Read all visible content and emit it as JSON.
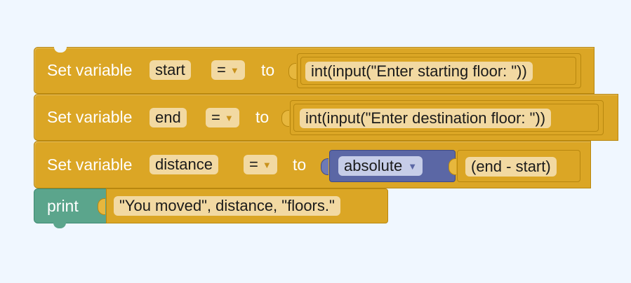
{
  "blocks": [
    {
      "label": "Set variable",
      "variable": "start",
      "operator": "=",
      "to_label": "to",
      "value": "int(input(\"Enter starting floor: \"))"
    },
    {
      "label": "Set variable",
      "variable": "end",
      "operator": "=",
      "to_label": "to",
      "value": "int(input(\"Enter destination floor: \"))"
    },
    {
      "label": "Set variable",
      "variable": "distance",
      "operator": "=",
      "to_label": "to",
      "function": "absolute",
      "value": "(end - start)"
    }
  ],
  "print_block": {
    "label": "print",
    "value": "\"You moved\", distance, \"floors.\""
  },
  "colors": {
    "variable_block": "#dba625",
    "math_block": "#5b67a5",
    "print_block": "#5ba58c",
    "background": "#f0f7ff"
  }
}
